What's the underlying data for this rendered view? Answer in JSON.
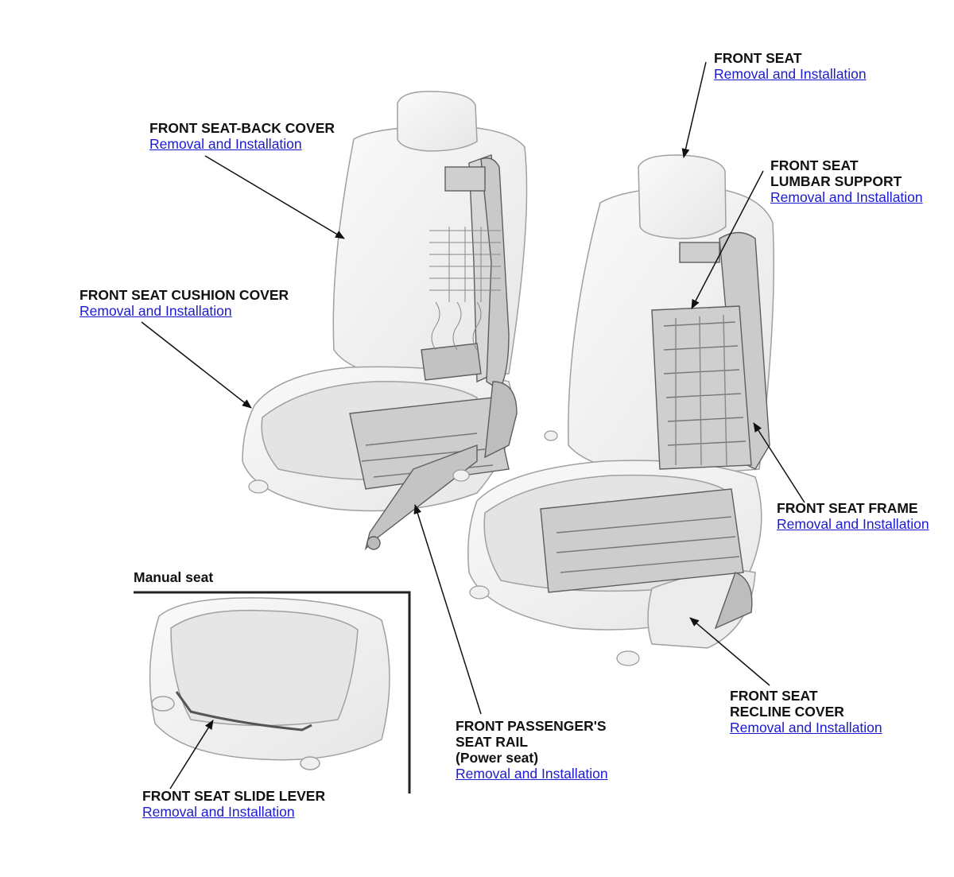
{
  "callouts": {
    "front_seat": {
      "title": "FRONT SEAT",
      "link": "Removal and Installation"
    },
    "front_seat_back_cover": {
      "title": "FRONT SEAT-BACK COVER",
      "link": "Removal and Installation"
    },
    "front_seat_lumbar_support": {
      "title": "FRONT SEAT\nLUMBAR SUPPORT",
      "link": "Removal and Installation"
    },
    "front_seat_cushion_cover": {
      "title": "FRONT SEAT CUSHION COVER",
      "link": "Removal and Installation"
    },
    "front_seat_frame": {
      "title": "FRONT SEAT FRAME",
      "link": "Removal and Installation"
    },
    "front_seat_recline_cover": {
      "title": "FRONT SEAT\nRECLINE COVER",
      "link": "Removal and Installation"
    },
    "front_passenger_seat_rail": {
      "title": "FRONT PASSENGER'S\nSEAT RAIL\n(Power seat)",
      "link": "Removal and Installation"
    },
    "front_seat_slide_lever": {
      "title": "FRONT SEAT SLIDE LEVER",
      "link": "Removal and Installation"
    }
  },
  "inset": {
    "title": "Manual seat"
  },
  "colors": {
    "link": "#1a1ad0",
    "text": "#111111",
    "seat_fill": "#f3f3f3",
    "seat_stroke": "#9a9a9a",
    "frame_fill": "#d9d9d9",
    "frame_stroke": "#5a5a5a"
  }
}
